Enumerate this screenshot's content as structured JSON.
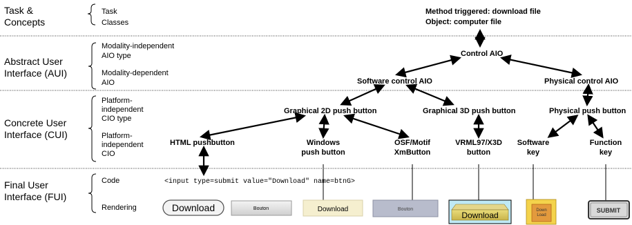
{
  "levels": [
    {
      "name": "Task &\nConcepts",
      "subs": [
        "Task",
        "Classes"
      ]
    },
    {
      "name": "Abstract User\nInterface (AUI)",
      "subs": [
        "Modality-independent\nAIO type",
        "Modality-dependent\nAIO"
      ]
    },
    {
      "name": "Concrete User\nInterface (CUI)",
      "subs": [
        "Platform-\nindependent\nCIO type",
        "Platform-\nindependent\nCIO"
      ]
    },
    {
      "name": "Final User\nInterface (FUI)",
      "subs": [
        "Code",
        "Rendering"
      ]
    }
  ],
  "nodes": {
    "task": "Method triggered: download file\nObject: computer file",
    "control_aio": "Control AIO",
    "software_control_aio": "Software control AIO",
    "physical_control_aio": "Physical control AIO",
    "graphical_2d": "Graphical 2D push button",
    "graphical_3d": "Graphical 3D push button",
    "physical_push": "Physical push button",
    "html_push": "HTML pushbutton",
    "windows_push": "Windows\npush button",
    "osf_motif": "OSF/Motif\nXmButton",
    "vrml": "VRML97/X3D\nbutton",
    "software_key": "Software\nkey",
    "function_key": "Function\nkey"
  },
  "code_line": "<input type=submit value=\"Download\" name=btnG>",
  "renderings": {
    "html": "Download",
    "windows": "Bouton",
    "osf": "Download",
    "motif_grey": "Bouton",
    "vrml": "Download",
    "software_key": "Down\nLoad",
    "function_key": "SUBMIT"
  }
}
